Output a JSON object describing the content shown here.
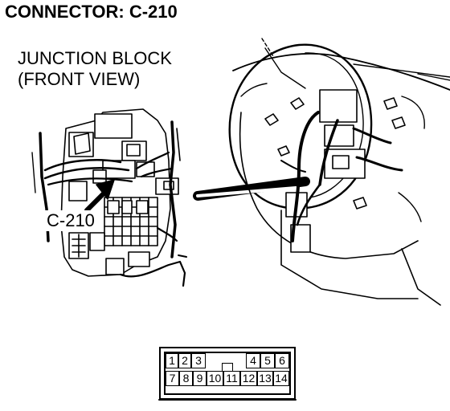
{
  "title": "CONNECTOR: C-210",
  "junction_block_label": {
    "line1": "JUNCTION BLOCK",
    "line2": "(FRONT VIEW)"
  },
  "callout_label": "C-210",
  "connector": {
    "top_row": [
      "1",
      "2",
      "3",
      "4",
      "5",
      "6"
    ],
    "bottom_row": [
      "7",
      "8",
      "9",
      "10",
      "11",
      "12",
      "13",
      "14"
    ]
  }
}
